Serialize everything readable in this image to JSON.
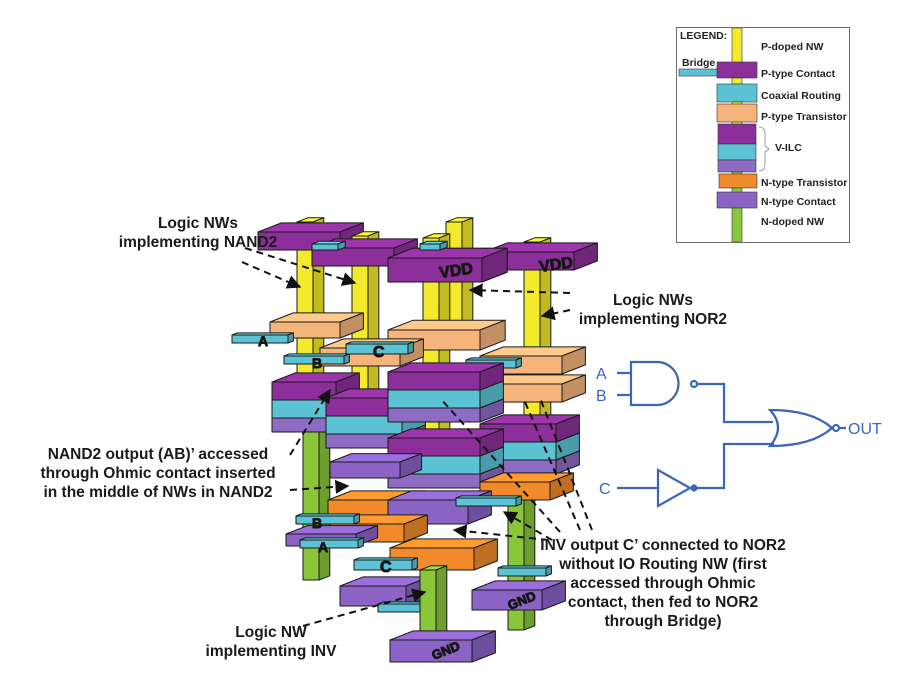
{
  "colors": {
    "p_doped_nw": "#f2ea2a",
    "p_contact": "#8c2f9a",
    "coaxial_routing": "#5bc3d3",
    "p_transistor": "#f4b47c",
    "v_ilc_top": "#8c2f9a",
    "v_ilc_mid": "#5bc3d3",
    "v_ilc_bottom": "#8e6cc4",
    "n_transistor": "#f08a2a",
    "n_contact": "#8a63c4",
    "n_doped_nw": "#8ac63a",
    "bridge": "#5bc3d3",
    "logic_gate_stroke": "#3a66b8"
  },
  "legend": {
    "title": "LEGEND:",
    "bridge_label": "Bridge",
    "items": [
      {
        "label": "P-doped NW"
      },
      {
        "label": "P-type Contact"
      },
      {
        "label": "Coaxial Routing"
      },
      {
        "label": "P-type Transistor"
      },
      {
        "label": "V-ILC"
      },
      {
        "label": "N-type Transistor"
      },
      {
        "label": "N-type Contact"
      },
      {
        "label": "N-doped NW"
      }
    ]
  },
  "annotations": {
    "nand2_nws": [
      "Logic NWs",
      "implementing NAND2"
    ],
    "nor2_nws": [
      "Logic NWs",
      "implementing NOR2"
    ],
    "nand2_output": [
      "NAND2 output (AB)’ accessed",
      "through Ohmic contact inserted",
      "in the middle of NWs in NAND2"
    ],
    "inv_output": [
      "INV output C’ connected to NOR2",
      "without IO Routing NW (first",
      "accessed through Ohmic",
      "contact, then fed to NOR2",
      "through Bridge)"
    ],
    "inv_nw": [
      "Logic NW",
      "implementing INV"
    ]
  },
  "structure_labels": {
    "vdd_1": "VDD",
    "vdd_2": "VDD",
    "gnd_1": "GND",
    "gnd_2": "GND",
    "input_a_top": "A",
    "input_b_top": "B",
    "input_c_top": "C",
    "input_b_bottom": "B",
    "input_a_bottom": "A",
    "input_c_bottom": "C"
  },
  "logic_diagram": {
    "input_a": "A",
    "input_b": "B",
    "input_c": "C",
    "output": "OUT",
    "gates": [
      "NAND2",
      "INV",
      "NOR2"
    ]
  }
}
